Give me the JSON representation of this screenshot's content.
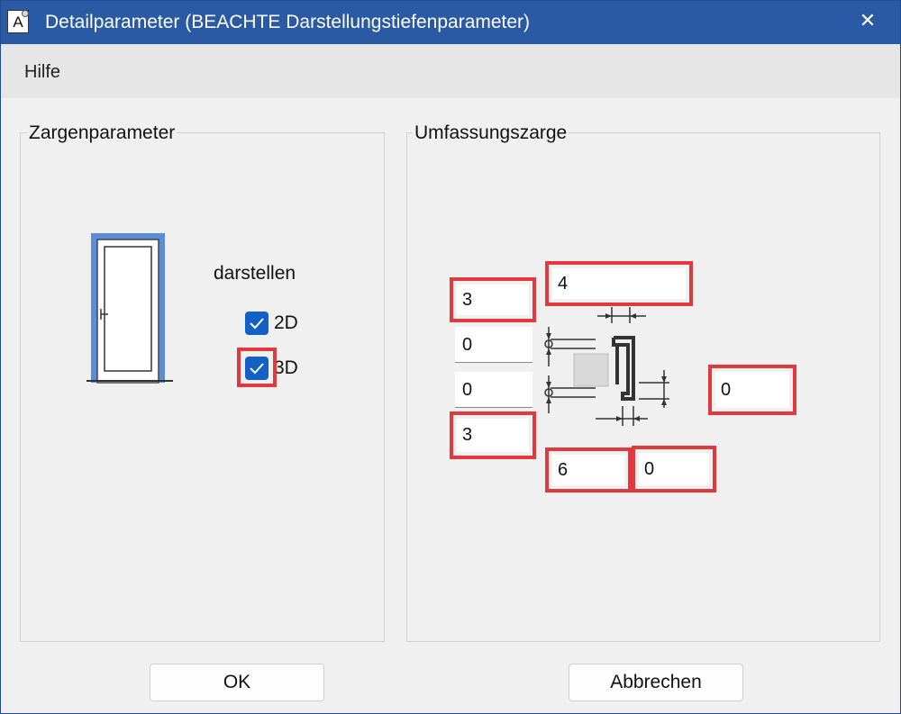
{
  "window": {
    "title": "Detailparameter (BEACHTE Darstellungstiefenparameter)",
    "close_glyph": "✕",
    "icon_letter": "A"
  },
  "menu": {
    "items": [
      "Hilfe"
    ]
  },
  "zargen": {
    "group_title": "Zargenparameter",
    "darstellen_label": "darstellen",
    "options": [
      {
        "label": "2D",
        "checked": true
      },
      {
        "label": "3D",
        "checked": true
      }
    ]
  },
  "umfassung": {
    "group_title": "Umfassungszarge",
    "fields": {
      "left_top": "3",
      "top": "4",
      "left_mid1": "0",
      "left_mid2": "0",
      "right": "0",
      "left_bottom": "3",
      "bottom_left": "6",
      "bottom_right": "0"
    }
  },
  "buttons": {
    "ok": "OK",
    "cancel": "Abbrechen"
  },
  "colors": {
    "titlebar": "#2a5aa3",
    "accent": "#1361c4",
    "highlight": "#e0393e",
    "door_frame": "#5b8dd9"
  }
}
